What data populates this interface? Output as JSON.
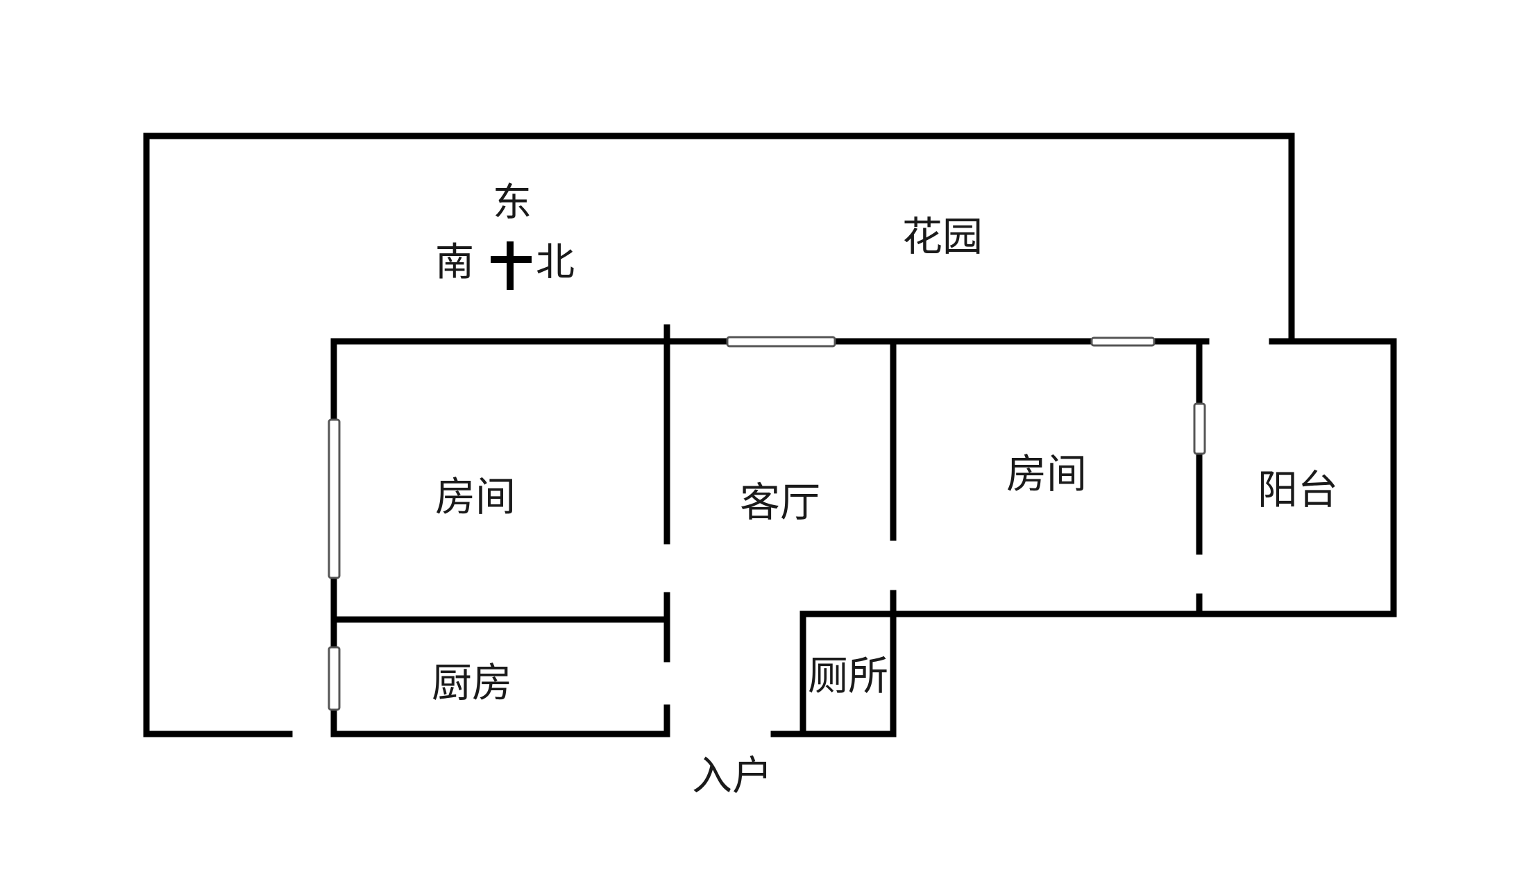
{
  "compass": {
    "east": "东",
    "south": "南",
    "north": "北"
  },
  "rooms": {
    "garden": "花园",
    "bedroom_left": "房间",
    "living_room": "客厅",
    "bedroom_right": "房间",
    "balcony": "阳台",
    "kitchen": "厨房",
    "toilet": "厕所",
    "entrance": "入户"
  },
  "colors": {
    "wall": "#000000",
    "window_frame": "#555555",
    "background": "#ffffff"
  }
}
